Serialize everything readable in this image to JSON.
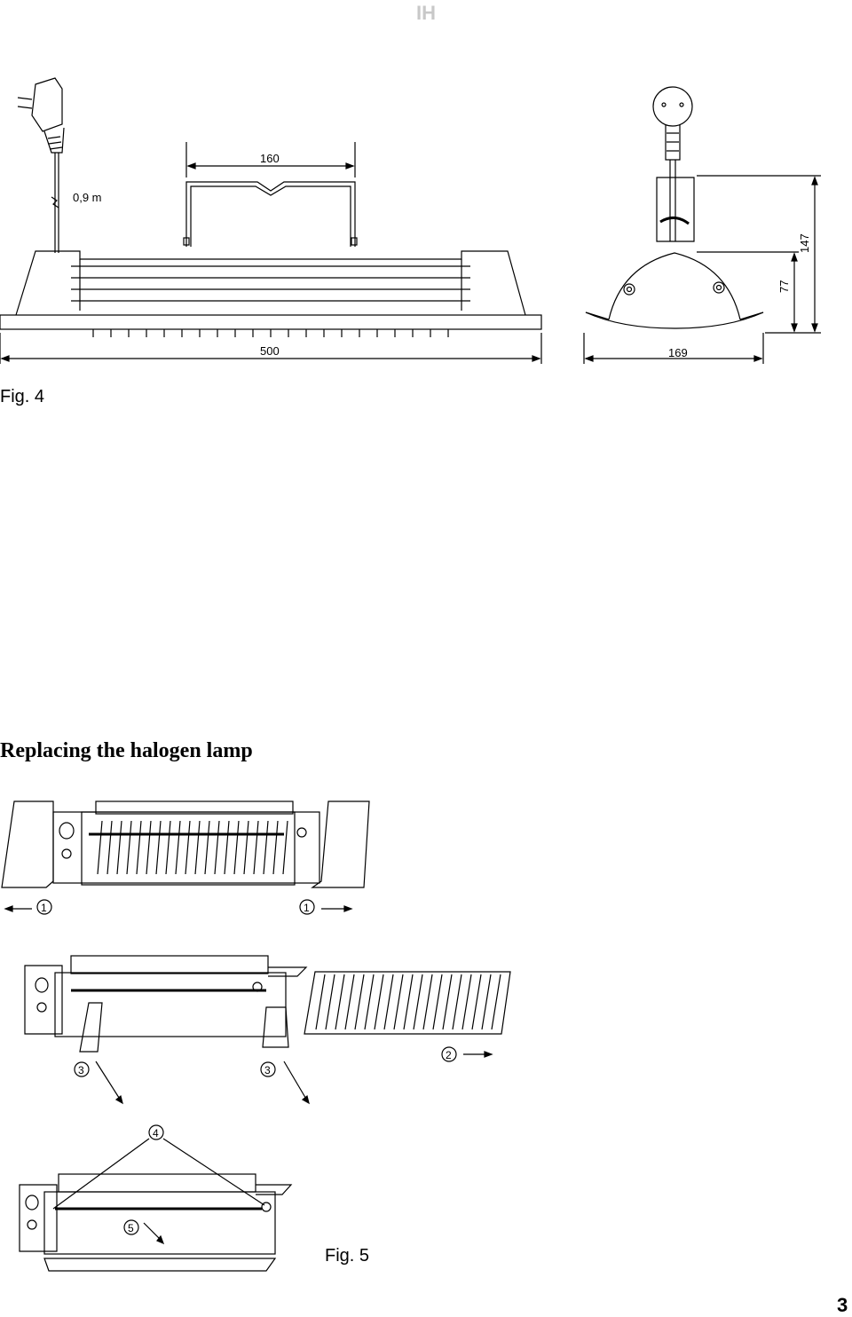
{
  "header": {
    "code": "IH"
  },
  "fig4": {
    "label": "Fig. 4",
    "dim_cable": "0,9 m",
    "dim_bracket": "160",
    "dim_length": "500",
    "dim_depth": "169",
    "dim_height_body": "77",
    "dim_height_total": "147"
  },
  "section": {
    "title": "Replacing the halogen lamp"
  },
  "fig5": {
    "label": "Fig. 5",
    "callouts": [
      "1",
      "1",
      "3",
      "3",
      "2",
      "4",
      "5"
    ]
  },
  "footer": {
    "page": "3"
  }
}
